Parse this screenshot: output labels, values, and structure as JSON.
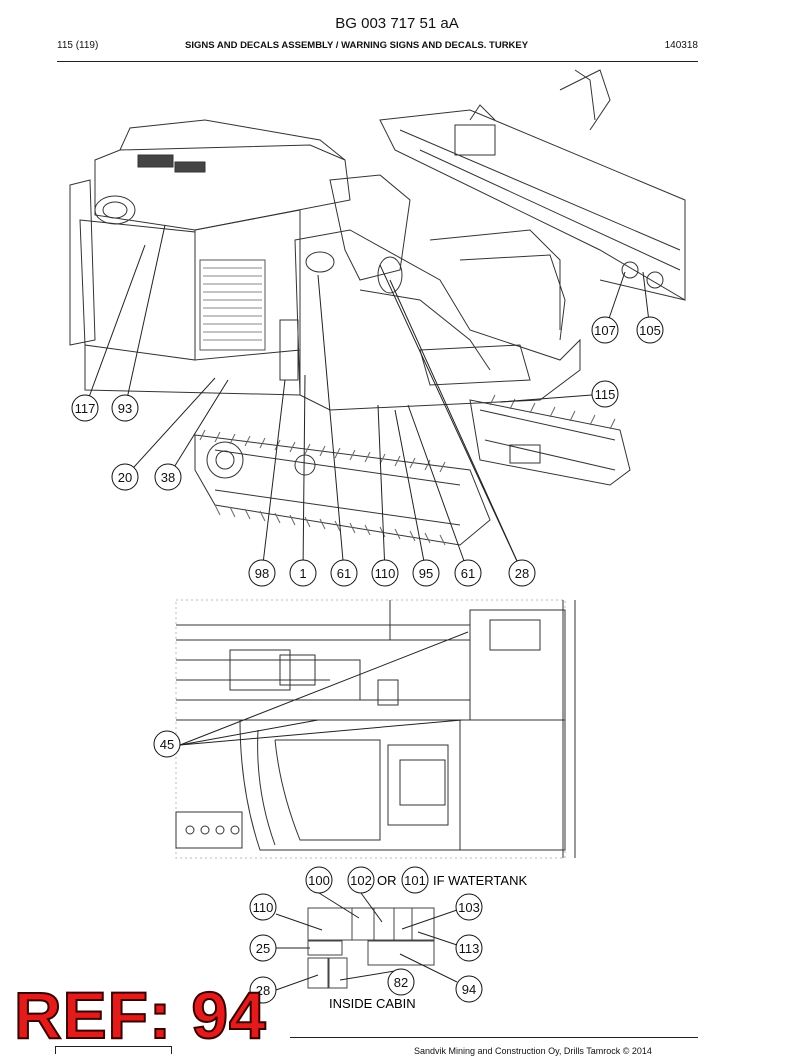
{
  "header": {
    "doc_id": "BG 003 717 51 aA",
    "page": "115 (119)",
    "title": "SIGNS AND DECALS ASSEMBLY / WARNING SIGNS AND DECALS. TURKEY",
    "code": "140318"
  },
  "callouts": {
    "c107": "107",
    "c105": "105",
    "c115": "115",
    "c117": "117",
    "c93": "93",
    "c20": "20",
    "c38": "38",
    "c98": "98",
    "c1": "1",
    "c61a": "61",
    "c110": "110",
    "c95": "95",
    "c61b": "61",
    "c28": "28",
    "c45": "45",
    "c100": "100",
    "c102": "102",
    "c101": "101",
    "c110b": "110",
    "c103": "103",
    "c25": "25",
    "c113": "113",
    "c28b": "28",
    "c82": "82",
    "c94": "94"
  },
  "labels": {
    "or": "OR",
    "if_watertank": "IF WATERTANK",
    "inside_cabin": "INSIDE CABIN"
  },
  "ref_stamp": "REF: 94",
  "footer": {
    "copyright": "Sandvik Mining and Construction Oy, Drills Tamrock © 2014"
  }
}
